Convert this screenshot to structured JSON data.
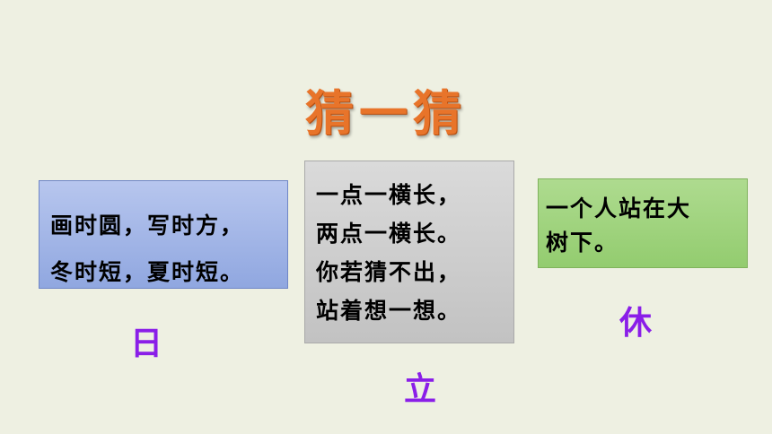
{
  "title": "猜一猜",
  "riddles": [
    {
      "lines": [
        "画时圆，写时方，",
        "冬时短，夏时短。"
      ],
      "answer": "日"
    },
    {
      "lines": [
        "一点一横长，",
        "两点一横长。",
        "你若猜不出，",
        "站着想一想。"
      ],
      "answer": "立"
    },
    {
      "lines": [
        "一个人站在大",
        "树下。"
      ],
      "answer": "休"
    }
  ],
  "colors": {
    "title": "#e8742a",
    "answer": "#8a1ee8",
    "riddle_1_bg": "#a5b8e8",
    "riddle_2_bg": "#cfcfcf",
    "riddle_3_bg": "#a2d57f",
    "background": "#eef0e2"
  }
}
